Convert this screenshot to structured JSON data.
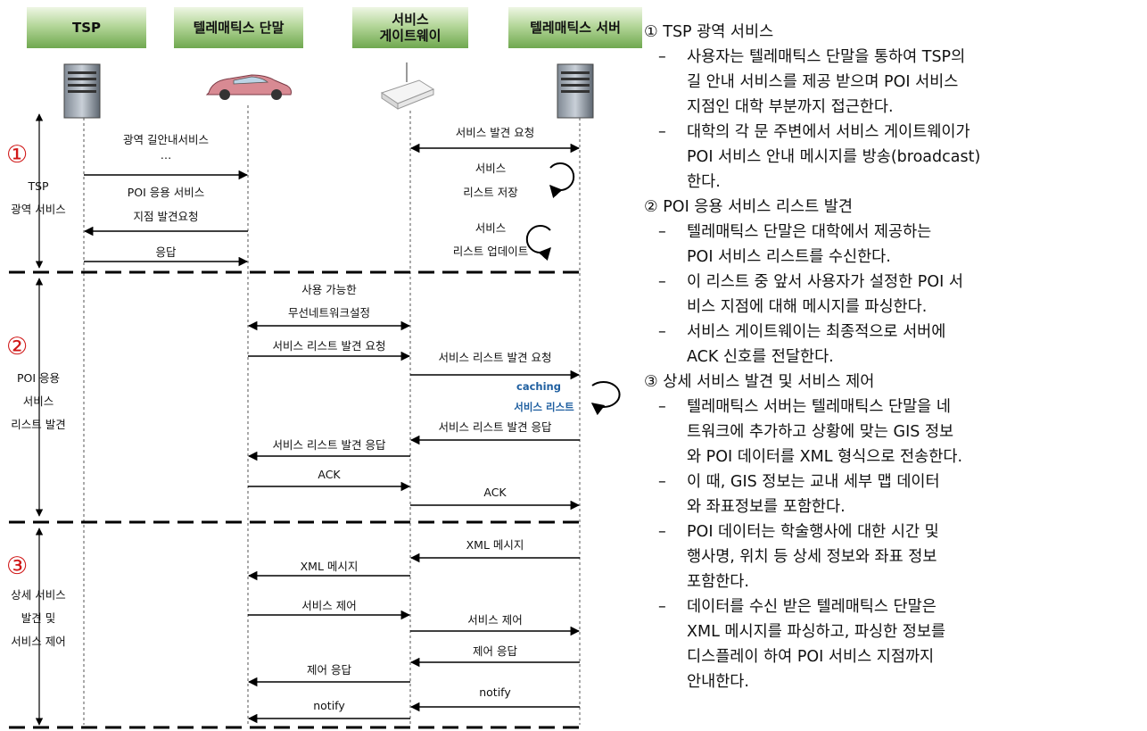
{
  "headers": {
    "tsp": "TSP",
    "terminal": "텔레매틱스 단말",
    "gateway_line1": "서비스",
    "gateway_line2": "게이트웨이",
    "server": "텔레매틱스 서버"
  },
  "sections": [
    {
      "number": "①",
      "lines": [
        "TSP",
        "광역 서비스"
      ]
    },
    {
      "number": "②",
      "lines": [
        "POI 응용",
        "서비스",
        "리스트 발견"
      ]
    },
    {
      "number": "③",
      "lines": [
        "상세 서비스",
        "발견 및",
        "서비스 제어"
      ]
    }
  ],
  "labels": {
    "wide_nav": "광역 길안내서비스",
    "ellipsis": "…",
    "poi_app": "POI 응용 서비스",
    "poi_find_req": "지점 발견요청",
    "response": "응답",
    "svc_discover_req": "서비스 발견 요청",
    "svc_list_save_1": "서비스",
    "svc_list_save_2": "리스트 저장",
    "svc_list_update_1": "서비스",
    "svc_list_update_2": "리스트 업데이트",
    "wireless_1": "사용 가능한",
    "wireless_2": "무선네트워크설정",
    "list_discover_req_left": "서비스 리스트 발견 요청",
    "list_discover_req_right": "서비스 리스트 발견 요청",
    "caching": "caching",
    "svc_list_cached": "서비스 리스트",
    "list_discover_resp_right": "서비스 리스트 발견 응답",
    "list_discover_resp_left": "서비스 리스트 발견 응답",
    "ack_left": "ACK",
    "ack_right": "ACK",
    "xml_right": "XML 메시지",
    "xml_left": "XML 메시지",
    "svc_ctrl_left": "서비스 제어",
    "svc_ctrl_right": "서비스 제어",
    "ctrl_resp_right": "제어 응답",
    "ctrl_resp_left": "제어 응답",
    "notify_right": "notify",
    "notify_left": "notify"
  },
  "description": {
    "s1_head": "① TSP 광역 서비스",
    "s1_b1_l1": "사용자는 텔레매틱스 단말을 통하여 TSP의",
    "s1_b1_l2": "길 안내 서비스를 제공 받으며 POI 서비스",
    "s1_b1_l3": "지점인 대학 부분까지 접근한다.",
    "s1_b2_l1": "대학의 각 문 주변에서 서비스 게이트웨이가",
    "s1_b2_l2": "POI 서비스 안내 메시지를 방송(broadcast)",
    "s1_b2_l3": "한다.",
    "s2_head": "② POI 응용 서비스 리스트 발견",
    "s2_b1_l1": "텔레매틱스 단말은 대학에서 제공하는",
    "s2_b1_l2": "POI 서비스 리스트를 수신한다.",
    "s2_b2_l1": "이 리스트 중 앞서 사용자가 설정한 POI 서",
    "s2_b2_l2": "비스 지점에 대해 메시지를 파싱한다.",
    "s2_b3_l1": "서비스 게이트웨이는 최종적으로 서버에",
    "s2_b3_l2": "ACK 신호를 전달한다.",
    "s3_head": "③ 상세 서비스 발견 및 서비스 제어",
    "s3_b1_l1": "텔레매틱스 서버는 텔레매틱스 단말을 네",
    "s3_b1_l2": "트워크에 추가하고 상황에 맞는 GIS 정보",
    "s3_b1_l3": "와 POI 데이터를 XML 형식으로 전송한다.",
    "s3_b2_l1": "이 때, GIS 정보는 교내 세부 맵 데이터",
    "s3_b2_l2": "와 좌표정보를 포함한다.",
    "s3_b3_l1": "POI 데이터는 학술행사에 대한 시간 및",
    "s3_b3_l2": "행사명, 위치 등 상세 정보와 좌표 정보",
    "s3_b3_l3": "포함한다.",
    "s3_b4_l1": "데이터를 수신 받은 텔레매틱스 단말은",
    "s3_b4_l2": "XML 메시지를 파싱하고, 파싱한 정보를",
    "s3_b4_l3": "디스플레이 하여 POI 서비스 지점까지",
    "s3_b4_l4": "안내한다.",
    "dash": "–"
  }
}
